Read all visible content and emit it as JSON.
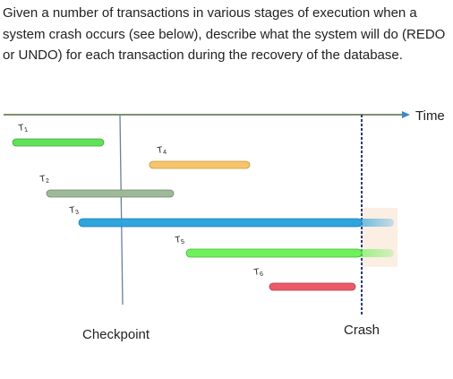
{
  "question": {
    "text": "Given a number of transactions in various stages of execution when a system crash occurs (see below), describe what the system will do (REDO or UNDO) for each transaction during the recovery of the database."
  },
  "diagram": {
    "axis_label": "Time",
    "checkpoint_label": "Checkpoint",
    "crash_label": "Crash",
    "transactions": [
      {
        "id": "T1",
        "base": "T",
        "sub": "1",
        "color": "#5fe25a",
        "crosses_crash": false
      },
      {
        "id": "T4",
        "base": "T",
        "sub": "4",
        "color": "#f6c56b",
        "crosses_crash": false
      },
      {
        "id": "T2",
        "base": "T",
        "sub": "2",
        "color": "#9fb89a",
        "crosses_crash": false
      },
      {
        "id": "T3",
        "base": "T",
        "sub": "3",
        "color": "#2fa4dd",
        "crosses_crash": true
      },
      {
        "id": "T5",
        "base": "T",
        "sub": "5",
        "color": "#6ef15a",
        "crosses_crash": true
      },
      {
        "id": "T6",
        "base": "T",
        "sub": "6",
        "color": "#ec5a6a",
        "crosses_crash": false
      }
    ]
  }
}
